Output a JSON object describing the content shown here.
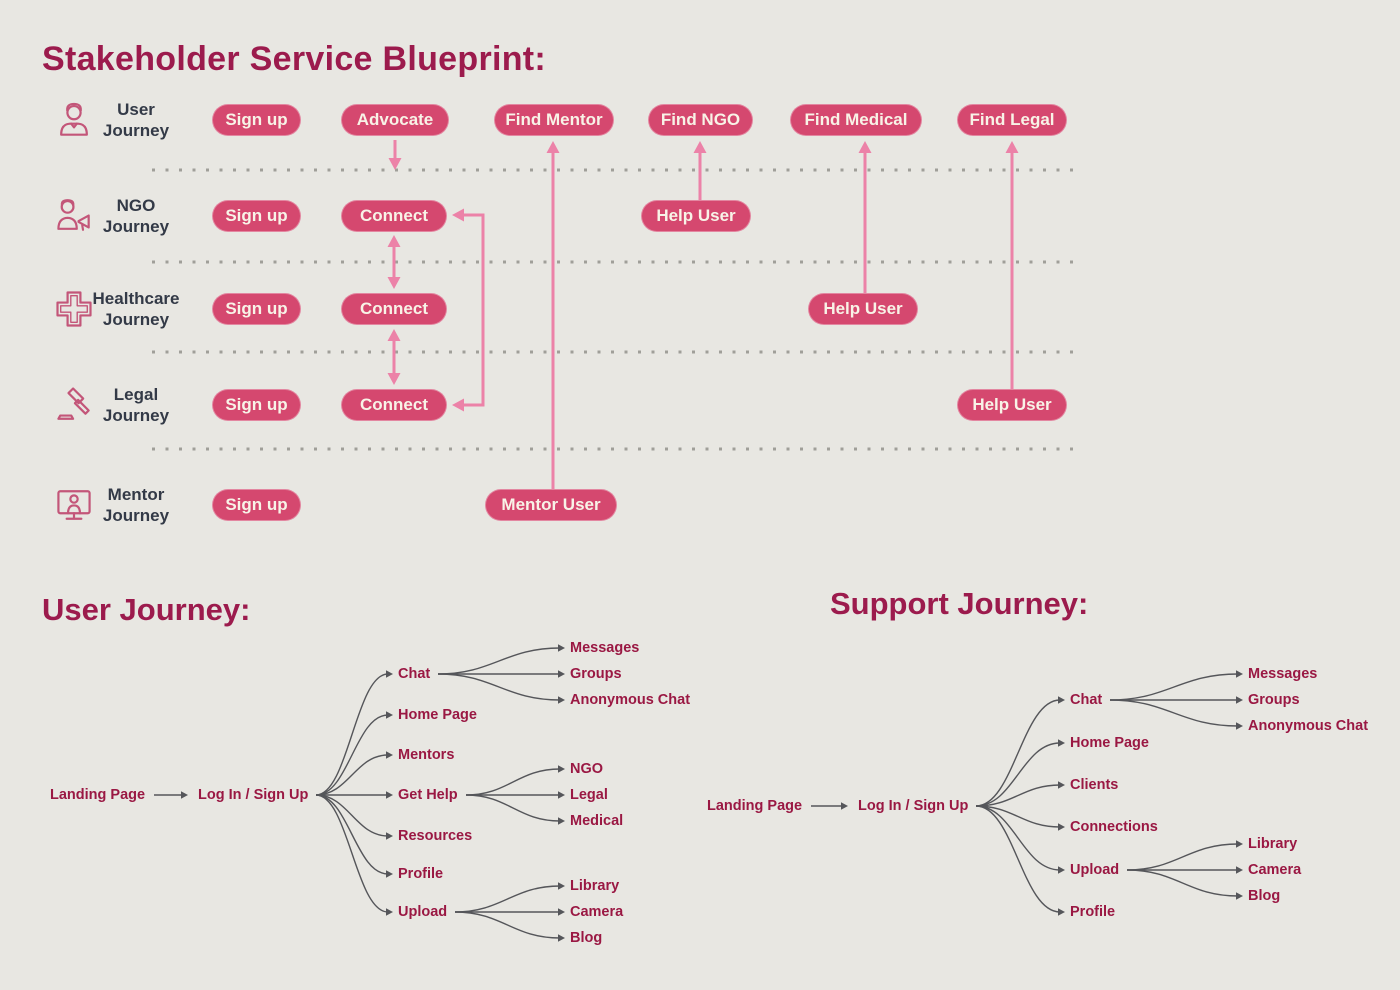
{
  "colors": {
    "background": "#e8e7e2",
    "heading": "#9c1b4d",
    "pill": "#d5486f",
    "pill_text": "#f8f3e7",
    "arrow_pink": "#ec82a8",
    "row_label": "#333a47",
    "tree_text": "#9a1843",
    "tree_line": "#55565a",
    "dots": "#a09f99",
    "icon": "#c35679"
  },
  "blueprint": {
    "title": "Stakeholder Service Blueprint:",
    "rows": [
      {
        "label_line1": "User",
        "label_line2": "Journey",
        "icon": "user-icon",
        "pills": [
          "Sign up",
          "Advocate",
          "Find Mentor",
          "Find NGO",
          "Find Medical",
          "Find Legal"
        ]
      },
      {
        "label_line1": "NGO",
        "label_line2": "Journey",
        "icon": "ngo-icon",
        "pills": [
          "Sign up",
          "Connect",
          "Help User"
        ]
      },
      {
        "label_line1": "Healthcare",
        "label_line2": "Journey",
        "icon": "healthcare-icon",
        "pills": [
          "Sign up",
          "Connect",
          "Help User"
        ]
      },
      {
        "label_line1": "Legal",
        "label_line2": "Journey",
        "icon": "legal-icon",
        "pills": [
          "Sign up",
          "Connect",
          "Help User"
        ]
      },
      {
        "label_line1": "Mentor",
        "label_line2": "Journey",
        "icon": "mentor-icon",
        "pills": [
          "Sign up",
          "Mentor User"
        ]
      }
    ],
    "connections": [
      {
        "from": "User: Advocate",
        "to": "NGO: Connect",
        "type": "down-arrow"
      },
      {
        "from": "Mentor: Mentor User",
        "to": "User: Find Mentor",
        "type": "up-arrow"
      },
      {
        "from": "NGO: Help User",
        "to": "User: Find NGO",
        "type": "up-arrow"
      },
      {
        "from": "Healthcare: Help User",
        "to": "User: Find Medical",
        "type": "up-arrow"
      },
      {
        "from": "Legal: Help User",
        "to": "User: Find Legal",
        "type": "up-arrow"
      },
      {
        "from": "NGO: Connect",
        "to": "Healthcare: Connect",
        "type": "double-arrow"
      },
      {
        "from": "Healthcare: Connect",
        "to": "Legal: Connect",
        "type": "double-arrow"
      },
      {
        "from": "NGO: Connect",
        "to": "Legal: Connect",
        "type": "right-bracket-arrows"
      }
    ]
  },
  "user_journey": {
    "title": "User Journey:",
    "root": "Landing Page",
    "second": "Log In / Sign Up",
    "branches": [
      {
        "label": "Chat",
        "children": [
          "Messages",
          "Groups",
          "Anonymous Chat"
        ]
      },
      {
        "label": "Home Page",
        "children": []
      },
      {
        "label": "Mentors",
        "children": []
      },
      {
        "label": "Get Help",
        "children": [
          "NGO",
          "Legal",
          "Medical"
        ]
      },
      {
        "label": "Resources",
        "children": []
      },
      {
        "label": "Profile",
        "children": []
      },
      {
        "label": "Upload",
        "children": [
          "Library",
          "Camera",
          "Blog"
        ]
      }
    ]
  },
  "support_journey": {
    "title": "Support Journey:",
    "root": "Landing Page",
    "second": "Log In / Sign Up",
    "branches": [
      {
        "label": "Chat",
        "children": [
          "Messages",
          "Groups",
          "Anonymous Chat"
        ]
      },
      {
        "label": "Home Page",
        "children": []
      },
      {
        "label": "Clients",
        "children": []
      },
      {
        "label": "Connections",
        "children": []
      },
      {
        "label": "Upload",
        "children": [
          "Library",
          "Camera",
          "Blog"
        ]
      },
      {
        "label": "Profile",
        "children": []
      }
    ]
  }
}
